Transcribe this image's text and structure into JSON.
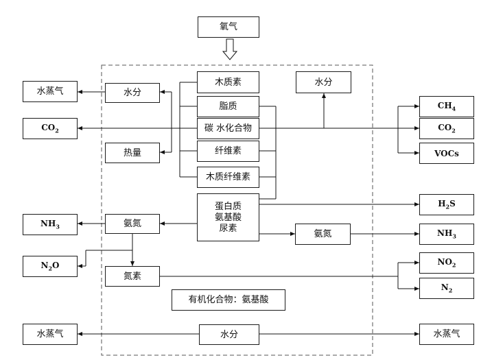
{
  "top": {
    "oxygen": "氧气"
  },
  "center": {
    "lignin": "木质素",
    "lipid": "脂质",
    "carbohydrate": "碳 水化合物",
    "cellulose": "纤维素",
    "lignocellulose": "木质纤维素",
    "protein_lines": [
      "蛋白质",
      "氨基酸",
      "尿素"
    ],
    "water_top": "水分"
  },
  "left": {
    "water": "水分",
    "heat": "热量",
    "ammonia_nitrogen": "氨氮",
    "nitrogen_element": "氮素",
    "organic_note": "有机化合物：氨基酸",
    "water_bottom": "水分"
  },
  "outputs_left": {
    "steam_top": "水蒸气",
    "co2": {
      "base": "CO",
      "sub": "2"
    },
    "nh3": {
      "base": "NH",
      "sub": "3"
    },
    "n2o": {
      "base": "N",
      "sub": "2",
      "tail": "O"
    },
    "steam_bottom": "水蒸气"
  },
  "outputs_right": {
    "ch4": {
      "base": "CH",
      "sub": "4"
    },
    "co2": {
      "base": "CO",
      "sub": "2"
    },
    "vocs": "VOCs",
    "h2s": {
      "base": "H",
      "sub": "2",
      "tail": "S"
    },
    "ammonia_nitrogen": "氨氮",
    "nh3": {
      "base": "NH",
      "sub": "3"
    },
    "no2": {
      "base": "NO",
      "sub": "2"
    },
    "n2": {
      "base": "N",
      "sub": "2"
    },
    "steam": "水蒸气"
  }
}
